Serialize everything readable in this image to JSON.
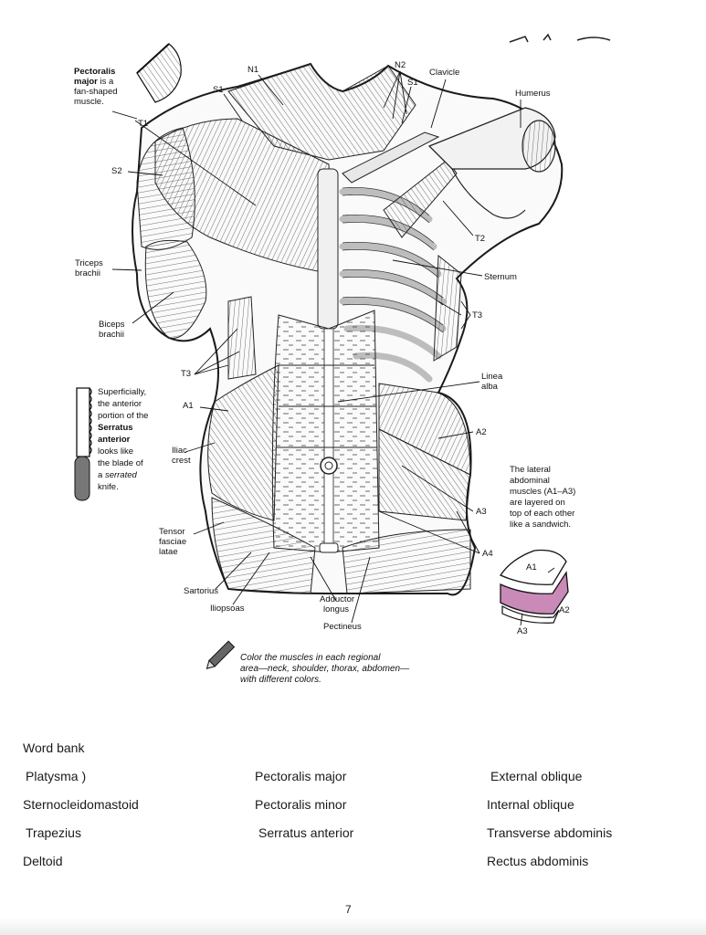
{
  "diagram": {
    "muscle_labels": {
      "N1": "N1",
      "N2": "N2",
      "S1a": "S1",
      "S1b": "S1",
      "S2": "S2",
      "T1": "T1",
      "T2": "T2",
      "T3a": "T3",
      "T3b": "T3",
      "A1a": "A1",
      "A2": "A2",
      "A3": "A3",
      "A4": "A4"
    },
    "structure_labels": {
      "clavicle": "Clavicle",
      "humerus": "Humerus",
      "sternum": "Sternum",
      "triceps": [
        "Triceps",
        "brachii"
      ],
      "biceps": [
        "Biceps",
        "brachii"
      ],
      "linea": [
        "Linea",
        "alba"
      ],
      "iliac": [
        "Iliac",
        "crest"
      ],
      "tensor": [
        "Tensor",
        "fasciae",
        "latae"
      ],
      "sartorius": "Sartorius",
      "iliopsoas": "Iliopsoas",
      "adductor": [
        "Adductor",
        "longus"
      ],
      "pectineus": "Pectineus"
    },
    "pectoralis_note": {
      "bold1": "Pectoralis",
      "bold2": "major",
      "rest2": " is a",
      "line3": "fan-shaped",
      "line4": "muscle."
    },
    "serratus_note": {
      "l1": "Superficially,",
      "l2": "the anterior",
      "l3": "portion of the",
      "l4": "Serratus",
      "l5": "anterior",
      "l6": "looks like",
      "l7a": "the blade of",
      "l8a": "a ",
      "l8b": "serrated",
      "l9": "knife."
    },
    "lateral_note": [
      "The lateral",
      "abdominal",
      "muscles (A1–A3)",
      "are layered on",
      "top of each other",
      "like a sandwich."
    ],
    "sandwich_labels": {
      "A1": "A1",
      "A2": "A2",
      "A3": "A3"
    },
    "instruction": [
      "Color the muscles in each regional",
      "area—neck, shoulder, thorax, abdomen—",
      "with different colors."
    ],
    "colors": {
      "sandwich_fill": "#c98ab8",
      "line": "#1a1a1a",
      "bone_shade": "#cfcfcf"
    }
  },
  "word_bank": {
    "title": "Word bank",
    "col1": [
      "Platysma  )",
      "Sternocleidomastoid",
      "Trapezius",
      "Deltoid"
    ],
    "col2": [
      "Pectoralis major",
      "Pectoralis minor",
      "Serratus anterior"
    ],
    "col3": [
      "External  oblique",
      "Internal oblique",
      "Transverse abdominis",
      "Rectus abdominis"
    ]
  },
  "page_number": "7"
}
